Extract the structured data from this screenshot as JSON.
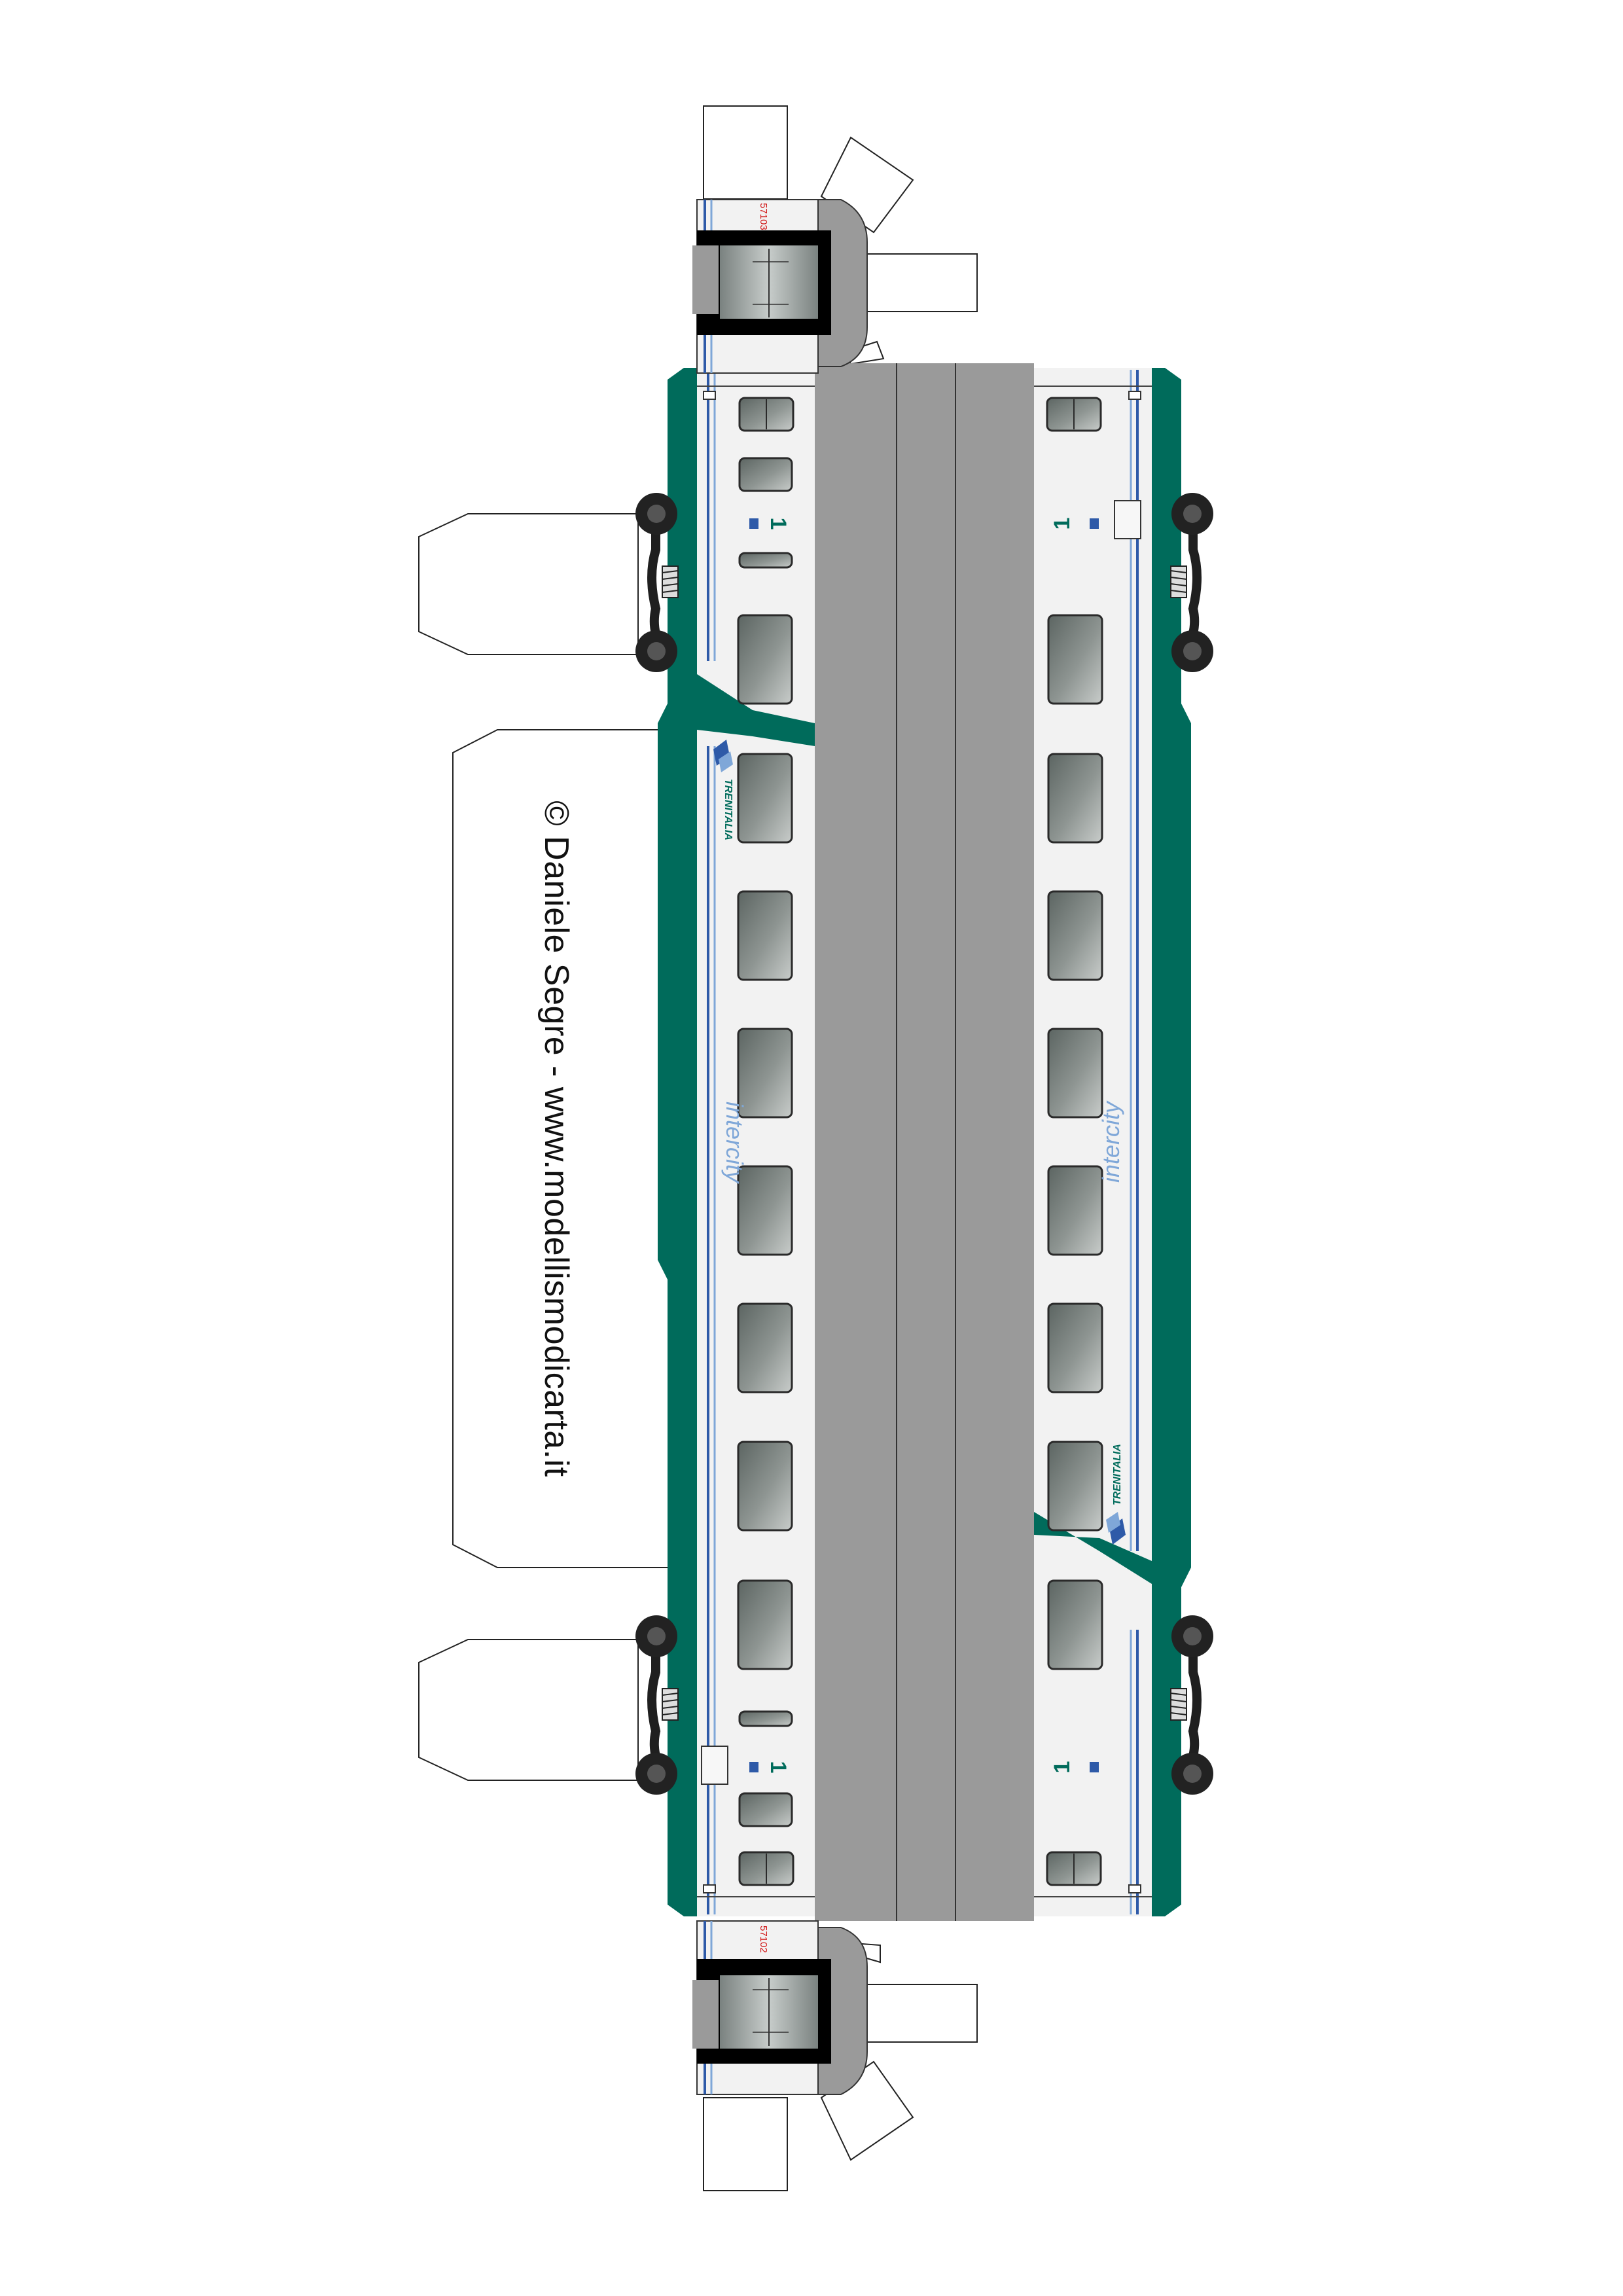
{
  "credit": "© Daniele Segre - www.modellismodicarta.it",
  "coach_numbers": {
    "top": "57103",
    "bottom": "57102"
  },
  "class_number": "1",
  "brand_intercity": "intercity",
  "brand_trenitalia": "TRENITALIA",
  "colors": {
    "livery_green": "#006B5B",
    "body_white": "#F2F2F2",
    "roof_grey": "#9A9A9A",
    "window_grey": "#6E7572",
    "stripe_blue": "#2E5AA8",
    "stripe_light_blue": "#7FA7D8",
    "number_red": "#D01010"
  },
  "icons": [
    "wheel-icon",
    "spring-icon",
    "window-icon",
    "trenitalia-logo-icon",
    "intercity-logo-icon"
  ]
}
